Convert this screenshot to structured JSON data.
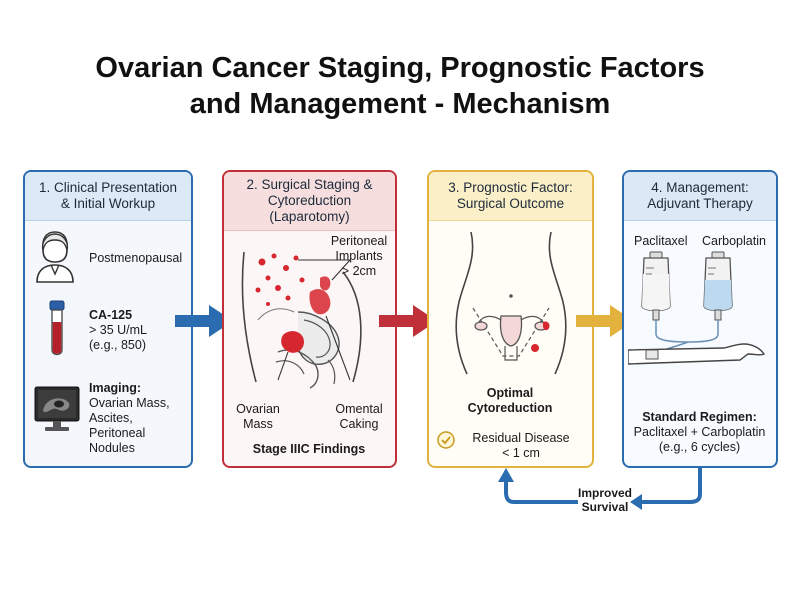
{
  "title": {
    "line1": "Ovarian Cancer Staging, Prognostic Factors",
    "line2": "and Management - Mechanism"
  },
  "panel1": {
    "heading_line1": "1. Clinical Presentation",
    "heading_line2": "& Initial Workup",
    "patient_label": "Postmenopausal",
    "ca125_title": "CA-125",
    "ca125_line1": "> 35 U/mL",
    "ca125_line2": "(e.g., 850)",
    "imaging_title": "Imaging:",
    "imaging_line1": "Ovarian Mass,",
    "imaging_line2": "Ascites,",
    "imaging_line3": "Peritoneal",
    "imaging_line4": "Nodules"
  },
  "panel2": {
    "heading_line1": "2. Surgical Staging &",
    "heading_line2": "Cytoreduction",
    "heading_line3": "(Laparotomy)",
    "implants_line1": "Peritoneal",
    "implants_line2": "Implants",
    "implants_line3": "> 2cm",
    "mass_line1": "Ovarian",
    "mass_line2": "Mass",
    "caking_line1": "Omental",
    "caking_line2": "Caking",
    "findings": "Stage IIIC Findings"
  },
  "panel3": {
    "heading_line1": "3. Prognostic Factor:",
    "heading_line2": "Surgical Outcome",
    "outcome_line1": "Optimal",
    "outcome_line2": "Cytoreduction",
    "residual_line1": "Residual Disease",
    "residual_line2": "< 1 cm"
  },
  "panel4": {
    "heading_line1": "4. Management:",
    "heading_line2": "Adjuvant Therapy",
    "drug1": "Paclitaxel",
    "drug2": "Carboplatin",
    "regimen_title": "Standard Regimen:",
    "regimen_line1": "Paclitaxel + Carboplatin",
    "regimen_line2": "(e.g., 6 cycles)"
  },
  "feedback": {
    "line1": "Improved",
    "line2": "Survival"
  },
  "colors": {
    "blue": "#2b6cb0",
    "red": "#c0303a",
    "gold": "#e2b23c",
    "tumor": "#d6262e"
  }
}
